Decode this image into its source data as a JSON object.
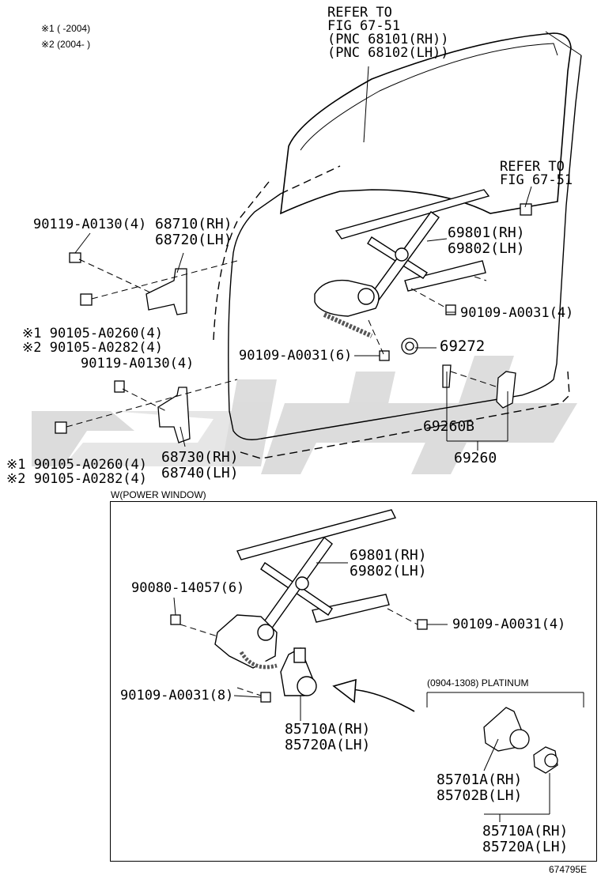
{
  "legend": {
    "note1": "※1 (     -2004)",
    "note2": "※2 (2004-     )"
  },
  "labels": {
    "refer_fig_top_1": "REFER TO",
    "refer_fig_top_2": "FIG 67-51",
    "refer_fig_top_3": "(PNC 68101(RH))",
    "refer_fig_top_4": "(PNC 68102(LH))",
    "refer_fig_right_1": "REFER TO",
    "refer_fig_right_2": "FIG 67-51",
    "p90119_top": "90119-A0130(4)",
    "p68710": "68710(RH)",
    "p68720": "68720(LH)",
    "p69801_top": "69801(RH)",
    "p69802_top": "69802(LH)",
    "p90109_right_top": "90109-A0031(4)",
    "p90105_a_top": "※1 90105-A0260(4)",
    "p90105_b_top": "※2 90105-A0282(4)",
    "p90119_mid": "90119-A0130(4)",
    "p90109_mid": "90109-A0031(6)",
    "p69272": "69272",
    "p69260B": "69260B",
    "p69260": "69260",
    "p90105_a_bot": "※1 90105-A0260(4)",
    "p90105_b_bot": "※2 90105-A0282(4)",
    "p68730": "68730(RH)",
    "p68740": "68740(LH)"
  },
  "power_window": {
    "title": "W(POWER WINDOW)",
    "p69801": "69801(RH)",
    "p69802": "69802(LH)",
    "p90080": "90080-14057(6)",
    "p90109_right": "90109-A0031(4)",
    "p90109_left": "90109-A0031(8)",
    "p85710A": "85710A(RH)",
    "p85720A": "85720A(LH)",
    "platinum_title": "(0904-1308) PLATINUM",
    "p85701A": "85701A(RH)",
    "p85702B": "85702B(LH)",
    "p85710A_b": "85710A(RH)",
    "p85720A_b": "85720A(LH)"
  },
  "footer": {
    "figure_id": "674795E"
  }
}
